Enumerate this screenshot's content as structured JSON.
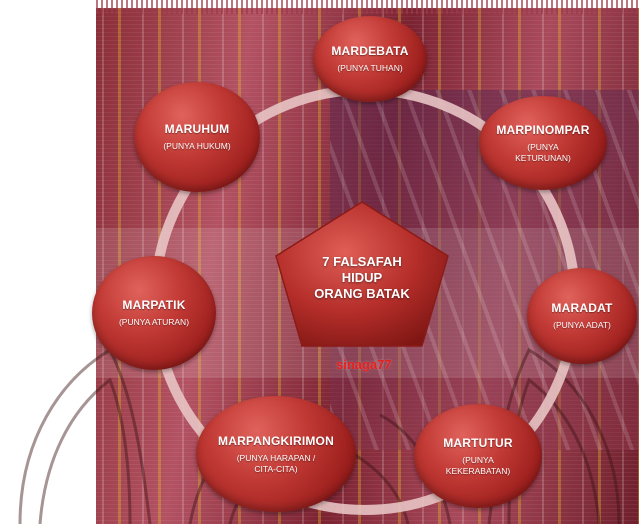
{
  "diagram": {
    "center": {
      "lines": [
        "7 FALSAFAH",
        "HIDUP",
        "ORANG BATAK"
      ]
    },
    "author": "sinaga77",
    "nodes": [
      {
        "id": "mardebata",
        "title": "MARDEBATA",
        "sub_lines": [
          "(PUNYA TUHAN)"
        ]
      },
      {
        "id": "marpinompar",
        "title": "MARPINOMPAR",
        "sub_lines": [
          "(PUNYA",
          "KETURUNAN)"
        ]
      },
      {
        "id": "maradat",
        "title": "MARADAT",
        "sub_lines": [
          "(PUNYA ADAT)"
        ]
      },
      {
        "id": "martutur",
        "title": "MARTUTUR",
        "sub_lines": [
          "(PUNYA",
          "KEKERABATAN)"
        ]
      },
      {
        "id": "marpangkirimon",
        "title": "MARPANGKIRIMON",
        "sub_lines": [
          "(PUNYA HARAPAN  /",
          "CITA-CITA)"
        ]
      },
      {
        "id": "marpatik",
        "title": "MARPATIK",
        "sub_lines": [
          "(PUNYA ATURAN)"
        ]
      },
      {
        "id": "maruhum",
        "title": "MARUHUM",
        "sub_lines": [
          "(PUNYA HUKUM)"
        ]
      }
    ]
  },
  "colors": {
    "node_red": "#c23a35",
    "ring": "#e8c4c4",
    "author_red": "#e8201c"
  }
}
